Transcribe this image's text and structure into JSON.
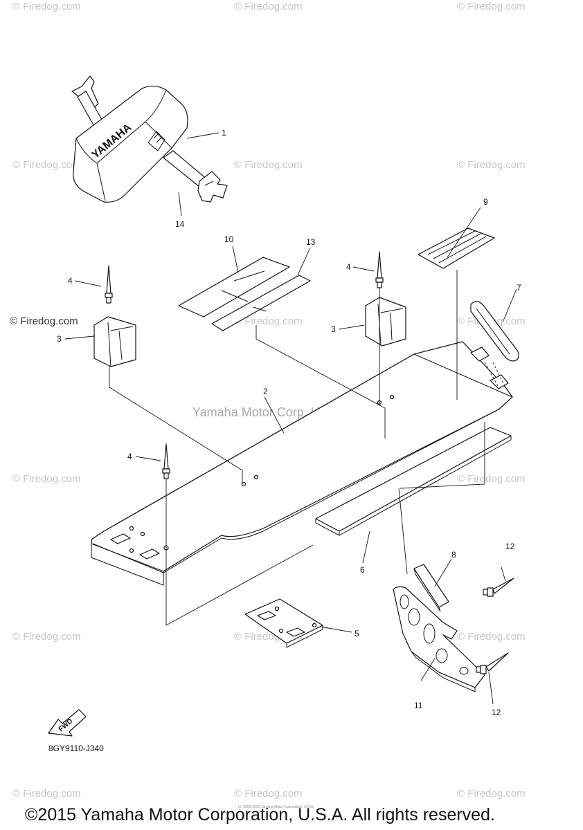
{
  "watermarks": {
    "firedog": "© Firedog.com",
    "center": "Yamaha Motor Corp, U.S.A."
  },
  "parts": {
    "cover_brand": "YAMAHA",
    "fwd_label": "FWD"
  },
  "callouts": {
    "c1": "1",
    "c2": "2",
    "c3a": "3",
    "c3b": "3",
    "c4a": "4",
    "c4b": "4",
    "c4c": "4",
    "c5": "5",
    "c6": "6",
    "c7": "7",
    "c8": "8",
    "c9": "9",
    "c10": "10",
    "c11": "11",
    "c12a": "12",
    "c12b": "12",
    "c13": "13",
    "c14": "14"
  },
  "diagram_code": "8GY9110-J340",
  "fine_print": "(c) 2000-2015 Yamaha Motor Corporation, U.S.A.",
  "copyright": "©2015 Yamaha Motor Corporation, U.S.A. All rights reserved."
}
